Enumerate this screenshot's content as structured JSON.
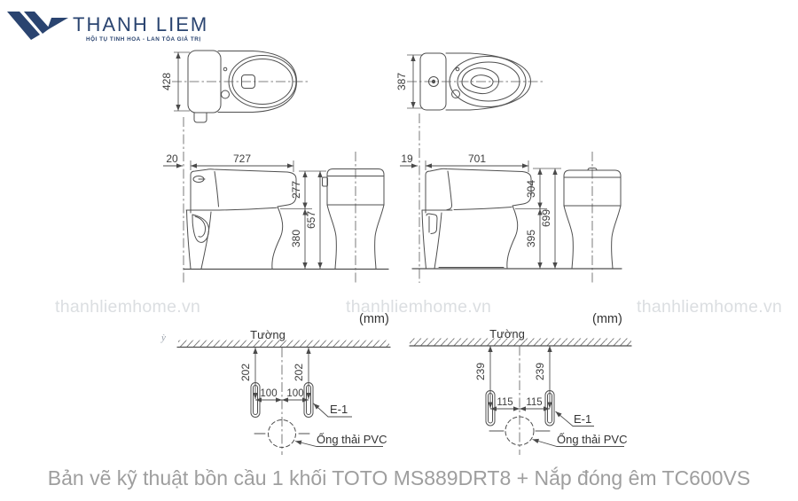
{
  "logo": {
    "name": "THANH LIEM",
    "tagline": "HỘI TỤ TINH HOA - LAN TỎA GIÁ TRỊ"
  },
  "watermark": {
    "text": "thanhliemhome.vn",
    "fragment": "ỳ"
  },
  "units_label": "(mm)",
  "caption": "Bản vẽ kỹ thuật bồn cầu 1 khối TOTO MS889DRT8 + Nắp đóng êm TC600VS",
  "colors": {
    "brand_navy": "#2a4470",
    "line": "#4f4f4f",
    "watermark": "#dbdee1",
    "caption": "#9e9e9e"
  },
  "views": {
    "top_left": {
      "width_dim": "428"
    },
    "top_right": {
      "width_dim": "387"
    },
    "side_left": {
      "wall_gap": "20",
      "length": "727",
      "tank_height": "277",
      "total_height": "657",
      "bowl_height": "380"
    },
    "side_right": {
      "wall_gap": "19",
      "length": "701",
      "tank_height": "304",
      "total_height": "699",
      "bowl_height": "395"
    },
    "plan_left": {
      "wall_label": "Tường",
      "wall_offset": "202",
      "spacing_left": "100",
      "spacing_right": "100",
      "bolt_label": "E-1",
      "drain_label": "Ống thải PVC"
    },
    "plan_right": {
      "wall_label": "Tường",
      "wall_offset": "239",
      "spacing_left": "115",
      "spacing_right": "115",
      "bolt_label": "E-1",
      "drain_label": "Ống thải PVC"
    }
  }
}
